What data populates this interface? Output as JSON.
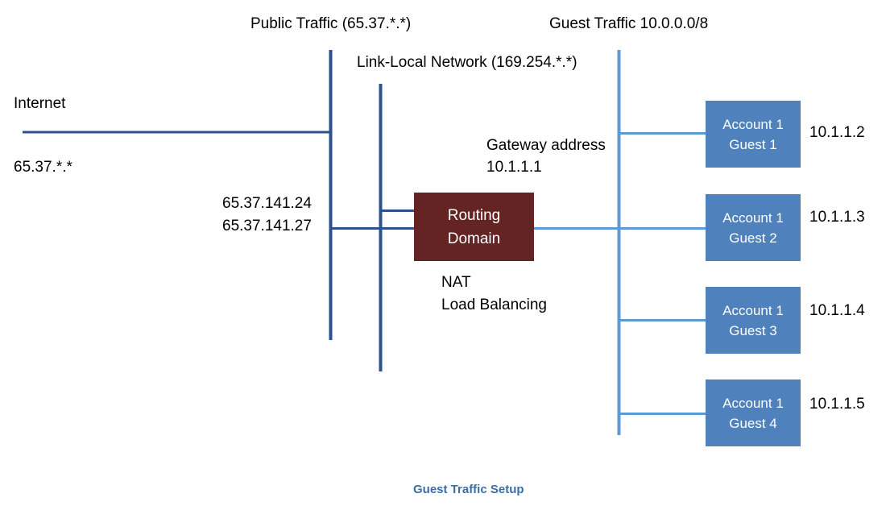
{
  "diagram": {
    "caption": "Guest Traffic Setup",
    "colors": {
      "guest_box": "#4f81bd",
      "router_box": "#632423",
      "trunk_line_dark": "#2e5090",
      "trunk_line_light": "#5b9bd5",
      "caption_text": "#3b6ea5"
    },
    "labels": {
      "public_traffic": "Public Traffic (65.37.*.*)",
      "link_local": "Link-Local Network (169.254.*.*)",
      "guest_traffic": "Guest Traffic 10.0.0.0/8",
      "internet": "Internet",
      "internet_range": "65.37.*.*",
      "public_ip_1": "65.37.141.24",
      "public_ip_2": "65.37.141.27",
      "gateway_title": "Gateway address",
      "gateway_ip": "10.1.1.1",
      "nat": "NAT",
      "load_balancing": "Load Balancing"
    },
    "router": {
      "line1": "Routing",
      "line2": "Domain"
    },
    "guests": [
      {
        "line1": "Account 1",
        "line2": "Guest 1",
        "ip": "10.1.1.2"
      },
      {
        "line1": "Account 1",
        "line2": "Guest 2",
        "ip": "10.1.1.3"
      },
      {
        "line1": "Account 1",
        "line2": "Guest 3",
        "ip": "10.1.1.4"
      },
      {
        "line1": "Account 1",
        "line2": "Guest 4",
        "ip": "10.1.1.5"
      }
    ]
  }
}
